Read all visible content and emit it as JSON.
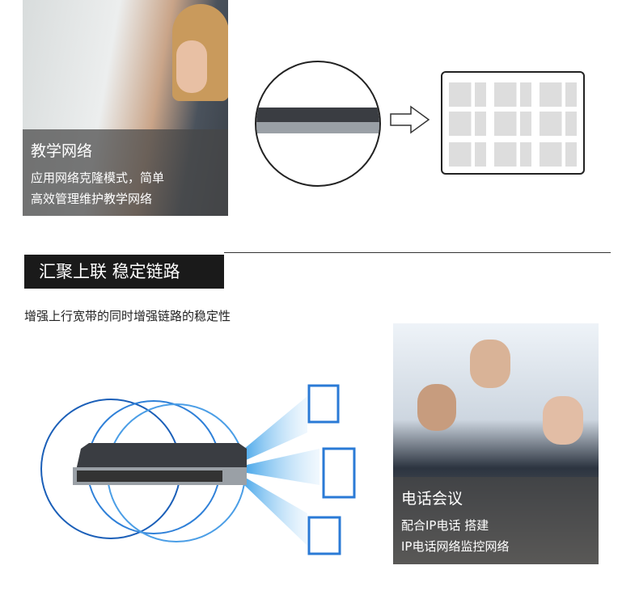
{
  "teaching": {
    "title": "教学网络",
    "desc_line1": "应用网络克隆模式，简单",
    "desc_line2": "高效管理维护教学网络"
  },
  "section": {
    "title": "汇聚上联 稳定链路",
    "subtitle": "增强上行宽带的同时增强链路的稳定性"
  },
  "conference": {
    "title": "电话会议",
    "desc_line1": "配合IP电话 搭建",
    "desc_line2": "IP电话网络监控网络"
  },
  "colors": {
    "accent_blue": "#2a6fd0",
    "title_bg": "#1a1a1a"
  }
}
